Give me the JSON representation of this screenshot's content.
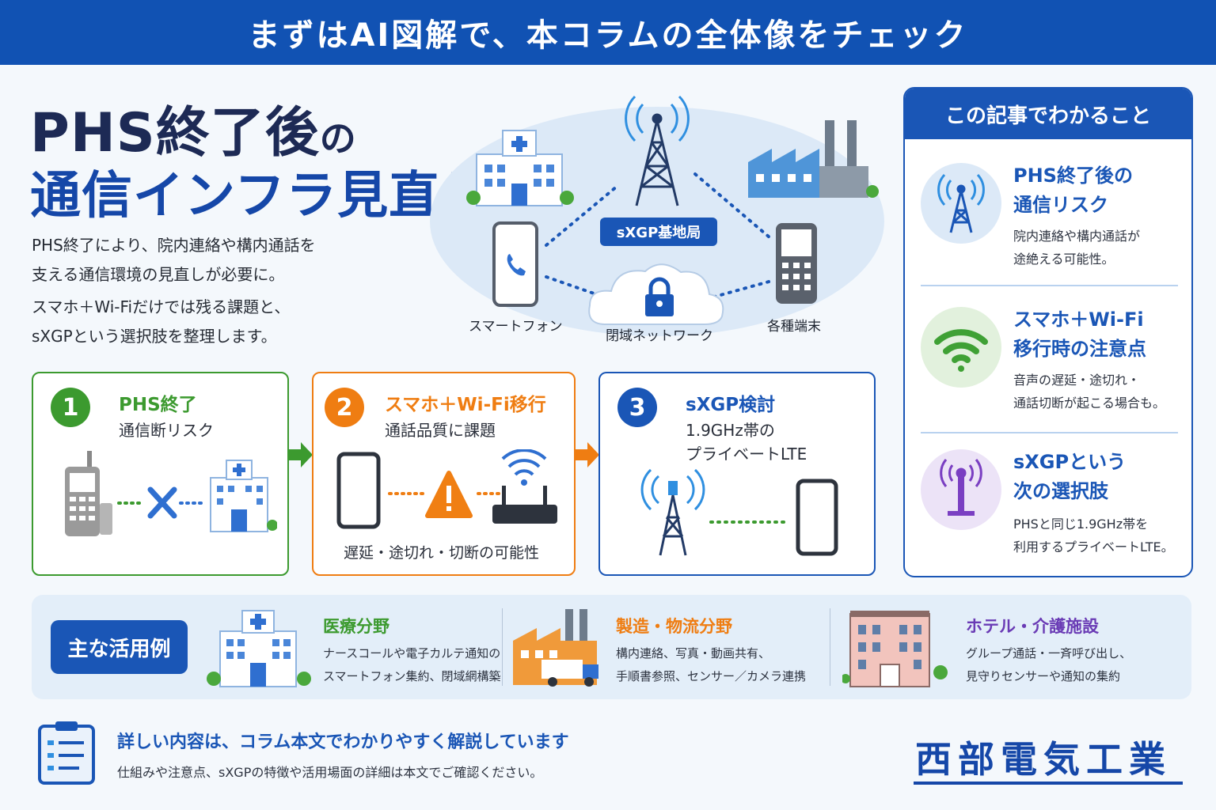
{
  "header": {
    "title": "まずはAI図解で、本コラムの全体像をチェック"
  },
  "hero": {
    "title_line1": "PHS終了後",
    "title_line1_particle": "の",
    "title_line2": "通信インフラ見直し",
    "intro_line1": "PHS終了により、院内連絡や構内通話を",
    "intro_line2": "支える通信環境の見直しが必要に。",
    "intro_line3": "スマホ＋Wi-Fiだけでは残る課題と、",
    "intro_line4": "sXGPという選択肢を整理します。"
  },
  "diagram": {
    "base_station": "sXGP基地局",
    "smartphone": "スマートフォン",
    "closed_network": "閉域ネットワーク",
    "terminals": "各種端末"
  },
  "sidebar": {
    "heading": "この記事でわかること",
    "items": [
      {
        "title1": "PHS終了後の",
        "title2": "通信リスク",
        "desc1": "院内連絡や構内通話が",
        "desc2": "途絶える可能性。",
        "icon": "tower-icon",
        "color": "#1a56b6"
      },
      {
        "title1": "スマホ＋Wi-Fi",
        "title2": "移行時の注意点",
        "desc1": "音声の遅延・途切れ・",
        "desc2": "通話切断が起こる場合も。",
        "icon": "wifi-icon",
        "color": "#3fa135"
      },
      {
        "title1": "sXGPという",
        "title2": "次の選択肢",
        "desc1": "PHSと同じ1.9GHz帯を",
        "desc2": "利用するプライベートLTE。",
        "icon": "antenna-icon",
        "color": "#7a3fc2"
      }
    ]
  },
  "steps": [
    {
      "num": "1",
      "title": "PHS終了",
      "sub1": "通信断リスク",
      "sub2": "",
      "color": "#3c9a2f"
    },
    {
      "num": "2",
      "title": "スマホ＋Wi-Fi移行",
      "sub1": "通話品質に課題",
      "sub2": "遅延・途切れ・切断の可能性",
      "color": "#ef7d12"
    },
    {
      "num": "3",
      "title": "sXGP検討",
      "sub1": "1.9GHz帯の",
      "sub2": "プライベートLTE",
      "color": "#1a56b6"
    }
  ],
  "usage": {
    "label": "主な活用例",
    "items": [
      {
        "title": "医療分野",
        "desc1": "ナースコールや電子カルテ通知の",
        "desc2": "スマートフォン集約、閉域網構築",
        "color": "#3c9a2f"
      },
      {
        "title": "製造・物流分野",
        "desc1": "構内連絡、写真・動画共有、",
        "desc2": "手順書参照、センサー／カメラ連携",
        "color": "#ef7d12"
      },
      {
        "title": "ホテル・介護施設",
        "desc1": "グループ通話・一斉呼び出し、",
        "desc2": "見守りセンサーや通知の集約",
        "color": "#6a3bb5"
      }
    ]
  },
  "footer": {
    "title": "詳しい内容は、コラム本文でわかりやすく解説しています",
    "desc": "仕組みや注意点、sXGPの特徴や活用場面の詳細は本文でご確認ください。",
    "company": "西部電気工業"
  }
}
